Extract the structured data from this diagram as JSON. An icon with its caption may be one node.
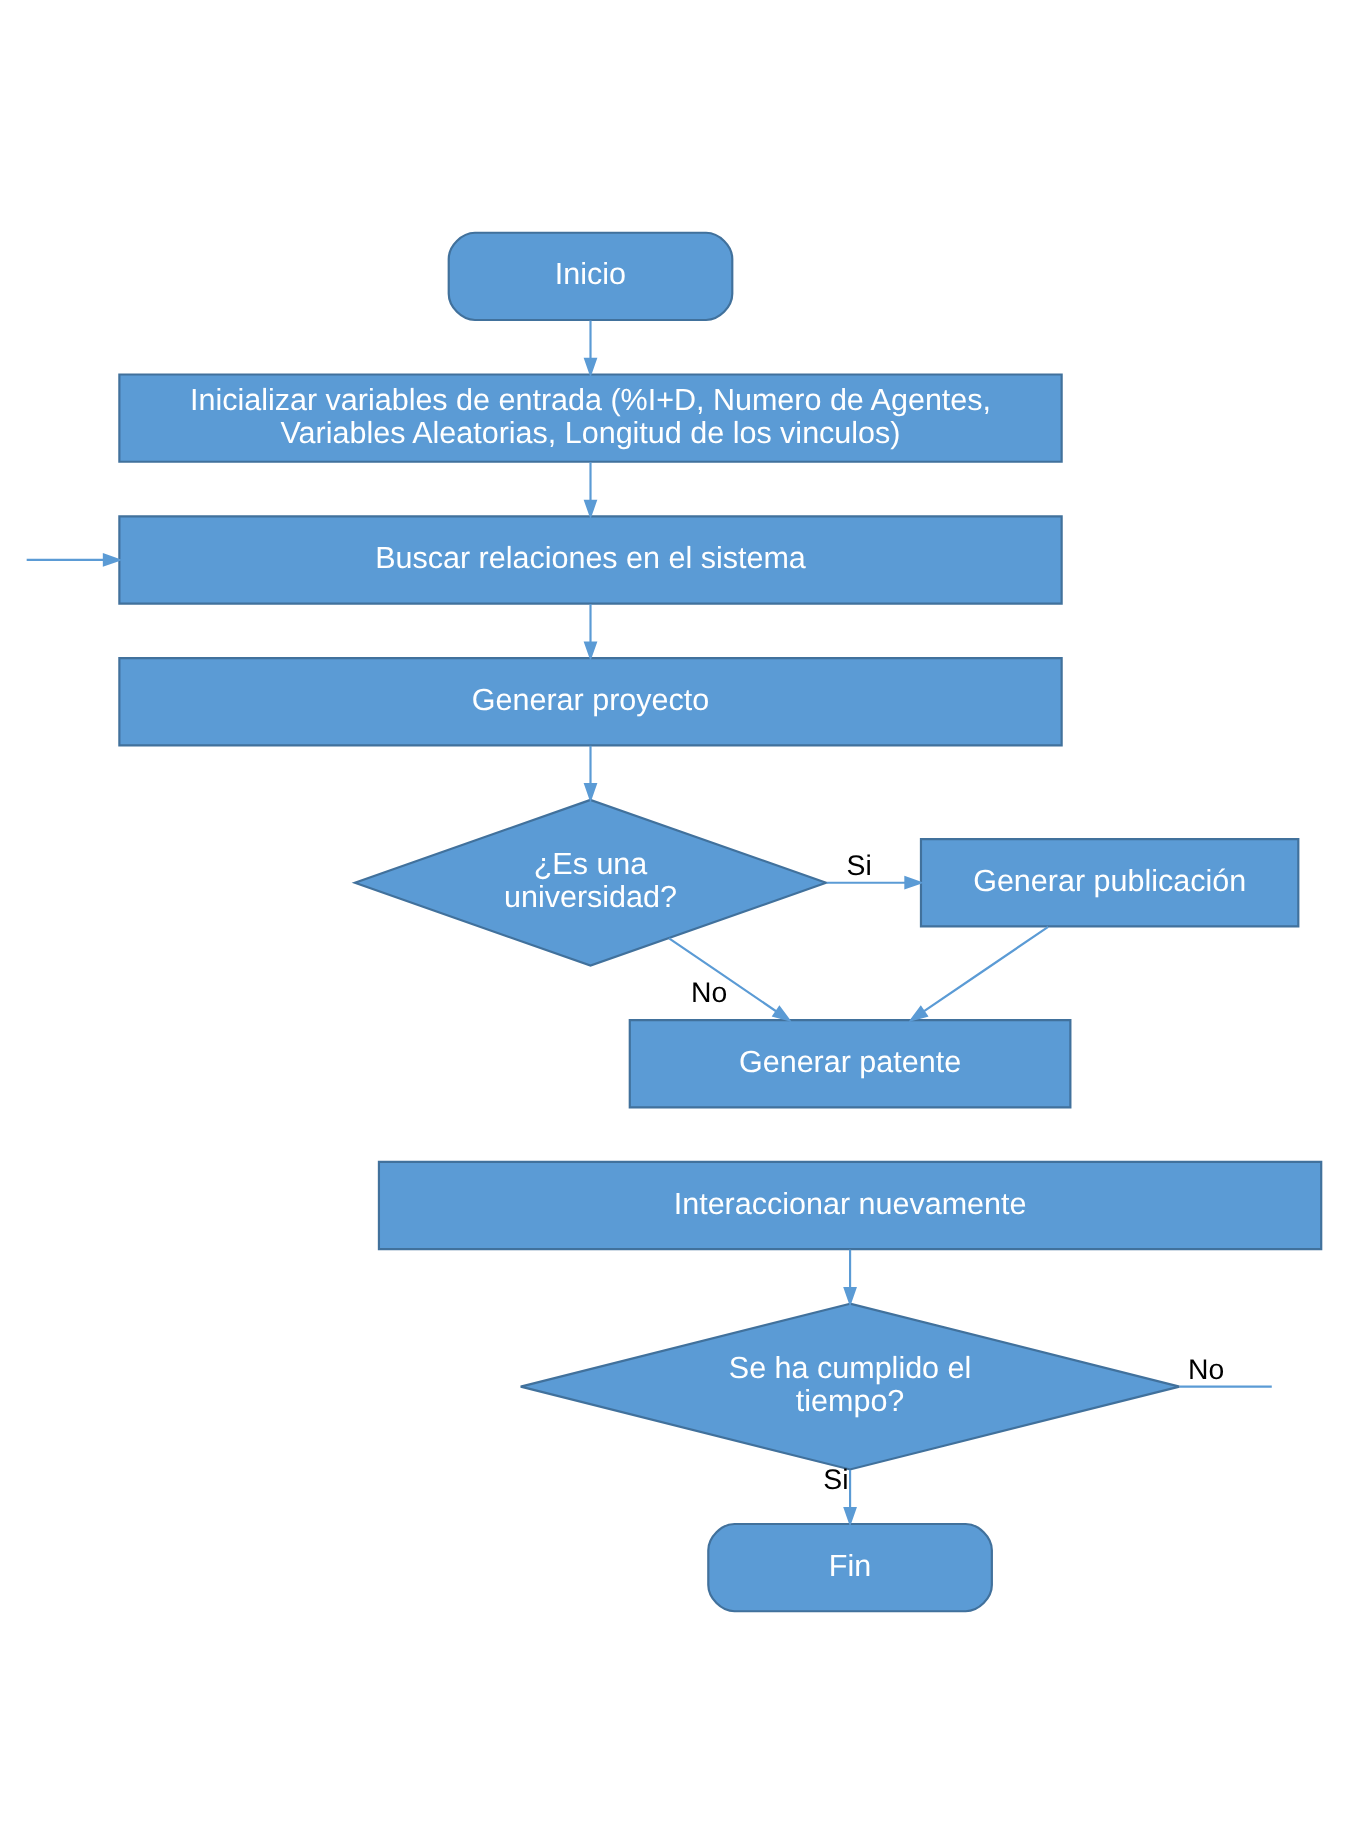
{
  "diagram": {
    "nodes": [
      {
        "text": [
          "Inicio"
        ]
      },
      {
        "text": [
          "Inicializar variables de entrada (%I+D, Numero de Agentes, Variables Aleatorias, Longitud de los vinculos)"
        ]
      },
      {
        "text": [
          "Buscar relaciones en el sistema"
        ]
      },
      {
        "text": [
          "Generar proyecto"
        ]
      },
      {
        "text": [
          "¿Es una universidad?"
        ]
      },
      {
        "text": [
          "Generar publicación"
        ]
      },
      {
        "text": [
          "Generar patente"
        ]
      },
      {
        "text": [
          "Interaccionar nuevamente"
        ]
      },
      {
        "text": [
          "Se ha cumplido el tiempo?"
        ]
      },
      {
        "text": [
          "Fin"
        ]
      }
    ],
    "edges": [
      {
        "from": 0,
        "to": 1,
        "arrow": "to"
      },
      {
        "from": 1,
        "to": 2,
        "arrow": "to"
      },
      {
        "from": 2,
        "to": 3,
        "arrow": "to"
      },
      {
        "from": 3,
        "to": 4,
        "arrow": "to"
      },
      {
        "from": 4,
        "to": 5,
        "arrow": "to",
        "label": "Si"
      },
      {
        "from": 4,
        "to": 6,
        "arrow": "to",
        "label": "No"
      },
      {
        "from": 5,
        "to": 6,
        "arrow": "to"
      },
      {
        "from": 7,
        "to": 8,
        "arrow": "to"
      },
      {
        "from": 8,
        "to": 9,
        "arrow": "to",
        "label": "Si"
      },
      {
        "from": 8,
        "to": null,
        "arrow": "none",
        "label": "No"
      },
      {
        "from": null,
        "to": 2,
        "arrow": "to"
      }
    ]
  }
}
